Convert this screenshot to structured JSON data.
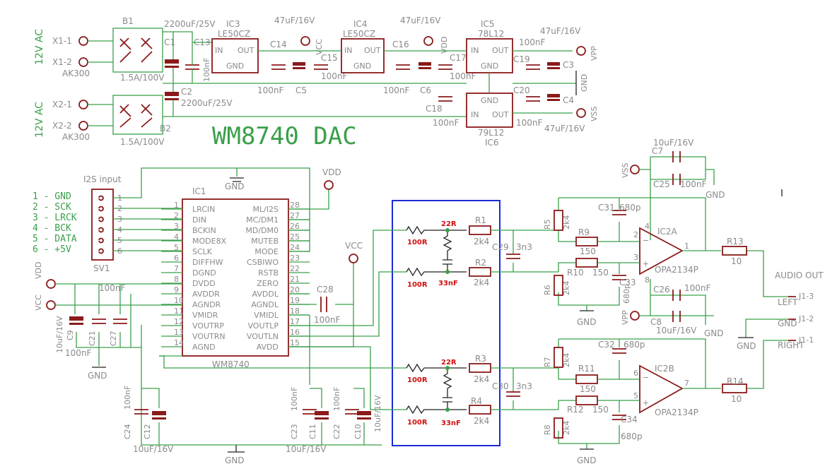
{
  "title": "WM8740 DAC",
  "power": {
    "ac1_label": "12V AC",
    "ac2_label": "12V AC",
    "x1_1": "X1-1",
    "x1_2": "X1-2",
    "x2_1": "X2-1",
    "x2_2": "X2-2",
    "ak300_1": "AK300",
    "ak300_2": "AK300",
    "b1": "B1",
    "b2": "B2",
    "b1_rating": "1.5A/100V",
    "b2_rating": "1.5A/100V",
    "c1": "C1",
    "c1_val": "2200uF/25V",
    "c2": "C2",
    "c2_val": "2200uF/25V",
    "c13": "C13",
    "c13_val": "100nF",
    "ic3": "IC3",
    "ic3_part": "LE50CZ",
    "ic4": "IC4",
    "ic4_part": "LE50CZ",
    "ic5": "IC5",
    "ic5_part": "78L12",
    "ic6": "IC6",
    "ic6_part": "79L12",
    "reg_in": "IN",
    "reg_out": "OUT",
    "reg_gnd": "GND",
    "c14": "C14",
    "c14_val": "47uF/16V",
    "c5": "C5",
    "c5_val": "100nF",
    "c15": "C15",
    "c15_val": "100nF",
    "c16": "C16",
    "c16_val": "47uF/16V",
    "c6": "C6",
    "c6_val": "100nF",
    "c17": "C17",
    "c17_val": "100nF",
    "c18": "C18",
    "c18_val": "100nF",
    "c19": "C19",
    "c19_val": "100nF",
    "c20": "C20",
    "c20_val": "100nF",
    "c3": "C3",
    "c3_val": "47uF/16V",
    "c4": "C4",
    "c4_val": "47uF/16V",
    "vcc": "VCC",
    "vdd": "VDD",
    "vpp": "VPP",
    "vss": "VSS",
    "gnd": "GND"
  },
  "i2s": {
    "header": "I2S input",
    "connector": "SV1",
    "pins": [
      "1",
      "2",
      "3",
      "4",
      "5",
      "6"
    ],
    "legend": [
      "1 - GND",
      "2 - SCK",
      "3 - LRCK",
      "4 - BCK",
      "5 - DATA",
      "6 - +5V"
    ]
  },
  "ic1": {
    "ref": "IC1",
    "part": "WM8740",
    "left_pins": [
      {
        "num": "1",
        "name": "LRCIN"
      },
      {
        "num": "2",
        "name": "DIN"
      },
      {
        "num": "3",
        "name": "BCKIN"
      },
      {
        "num": "4",
        "name": "MODE8X"
      },
      {
        "num": "5",
        "name": "SCLK"
      },
      {
        "num": "6",
        "name": "DIFFHW"
      },
      {
        "num": "7",
        "name": "DGND"
      },
      {
        "num": "8",
        "name": "DVDD"
      },
      {
        "num": "9",
        "name": "AVDDR"
      },
      {
        "num": "10",
        "name": "AGNDR"
      },
      {
        "num": "11",
        "name": "VMIDR"
      },
      {
        "num": "12",
        "name": "VOUTRP"
      },
      {
        "num": "13",
        "name": "VOUTRN"
      },
      {
        "num": "14",
        "name": "AGND"
      }
    ],
    "right_pins": [
      {
        "num": "28",
        "name": "ML/I2S"
      },
      {
        "num": "27",
        "name": "MC/DM1"
      },
      {
        "num": "26",
        "name": "MD/DM0"
      },
      {
        "num": "25",
        "name": "MUTEB"
      },
      {
        "num": "24",
        "name": "MODE"
      },
      {
        "num": "23",
        "name": "CSBIWO"
      },
      {
        "num": "22",
        "name": "RSTB"
      },
      {
        "num": "21",
        "name": "ZERO"
      },
      {
        "num": "20",
        "name": "AVDDL"
      },
      {
        "num": "19",
        "name": "AGNDL"
      },
      {
        "num": "18",
        "name": "VMIDL"
      },
      {
        "num": "17",
        "name": "VOUTLP"
      },
      {
        "num": "16",
        "name": "VOUTLN"
      },
      {
        "num": "15",
        "name": "AVDD"
      }
    ]
  },
  "decoupling": {
    "vdd": "VDD",
    "vcc": "VCC",
    "c9": "C9",
    "c9_val": "10uF/16V",
    "c21": "C21",
    "c27": "C27",
    "c21_27_val": "100nF",
    "c_top_val": "100nF",
    "c28": "C28",
    "c28_val": "100nF",
    "c24": "C24",
    "c24_val": "100nF",
    "c12": "C12",
    "c12_val": "10uF/16V",
    "c23": "C23",
    "c23_val": "100nF",
    "c11": "C11",
    "c11_val": "10uF/16V",
    "c22": "C22",
    "c22_val": "100nF",
    "c10": "C10",
    "c10_val": "10uF/16V",
    "gnd": "GND"
  },
  "filter": {
    "r100": "100R",
    "r22": "22R",
    "c33n": "33nF",
    "r1": "R1",
    "r2": "R2",
    "r3": "R3",
    "r4": "R4",
    "r_val": "2k4",
    "c29": "C29",
    "c30": "C30",
    "c_val": "3n3"
  },
  "output": {
    "vss": "VSS",
    "vpp": "VPP",
    "gnd": "GND",
    "c7": "C7",
    "c7_val": "10uF/16V",
    "c25": "C25",
    "c25_val": "100nF",
    "c26": "C26",
    "c26_val": "100nF",
    "c8": "C8",
    "c8_val": "10uF/16V",
    "r5": "R5",
    "r6": "R6",
    "r7": "R7",
    "r8": "R8",
    "r_fb_val": "2k4",
    "r9": "R9",
    "r10": "R10",
    "r11": "R11",
    "r12": "R12",
    "r_in_val": "150",
    "c31": "C31",
    "c32": "C32",
    "c33": "C33",
    "c34": "C34",
    "c_fb_val": "680p",
    "ic2a": "IC2A",
    "ic2b": "IC2B",
    "opamp": "OPA2134P",
    "r13": "R13",
    "r14": "R14",
    "r_out_val": "10",
    "audio_out": "AUDIO OUT",
    "j1_3": "J1-3",
    "j1_2": "J1-2",
    "j1_1": "J1-1",
    "left": "LEFT",
    "right": "RIGHT",
    "pin2": "2",
    "pin3": "3",
    "pin1": "1",
    "pin4": "4",
    "pin8": "8",
    "pin6": "6",
    "pin5": "5",
    "pin7": "7"
  }
}
